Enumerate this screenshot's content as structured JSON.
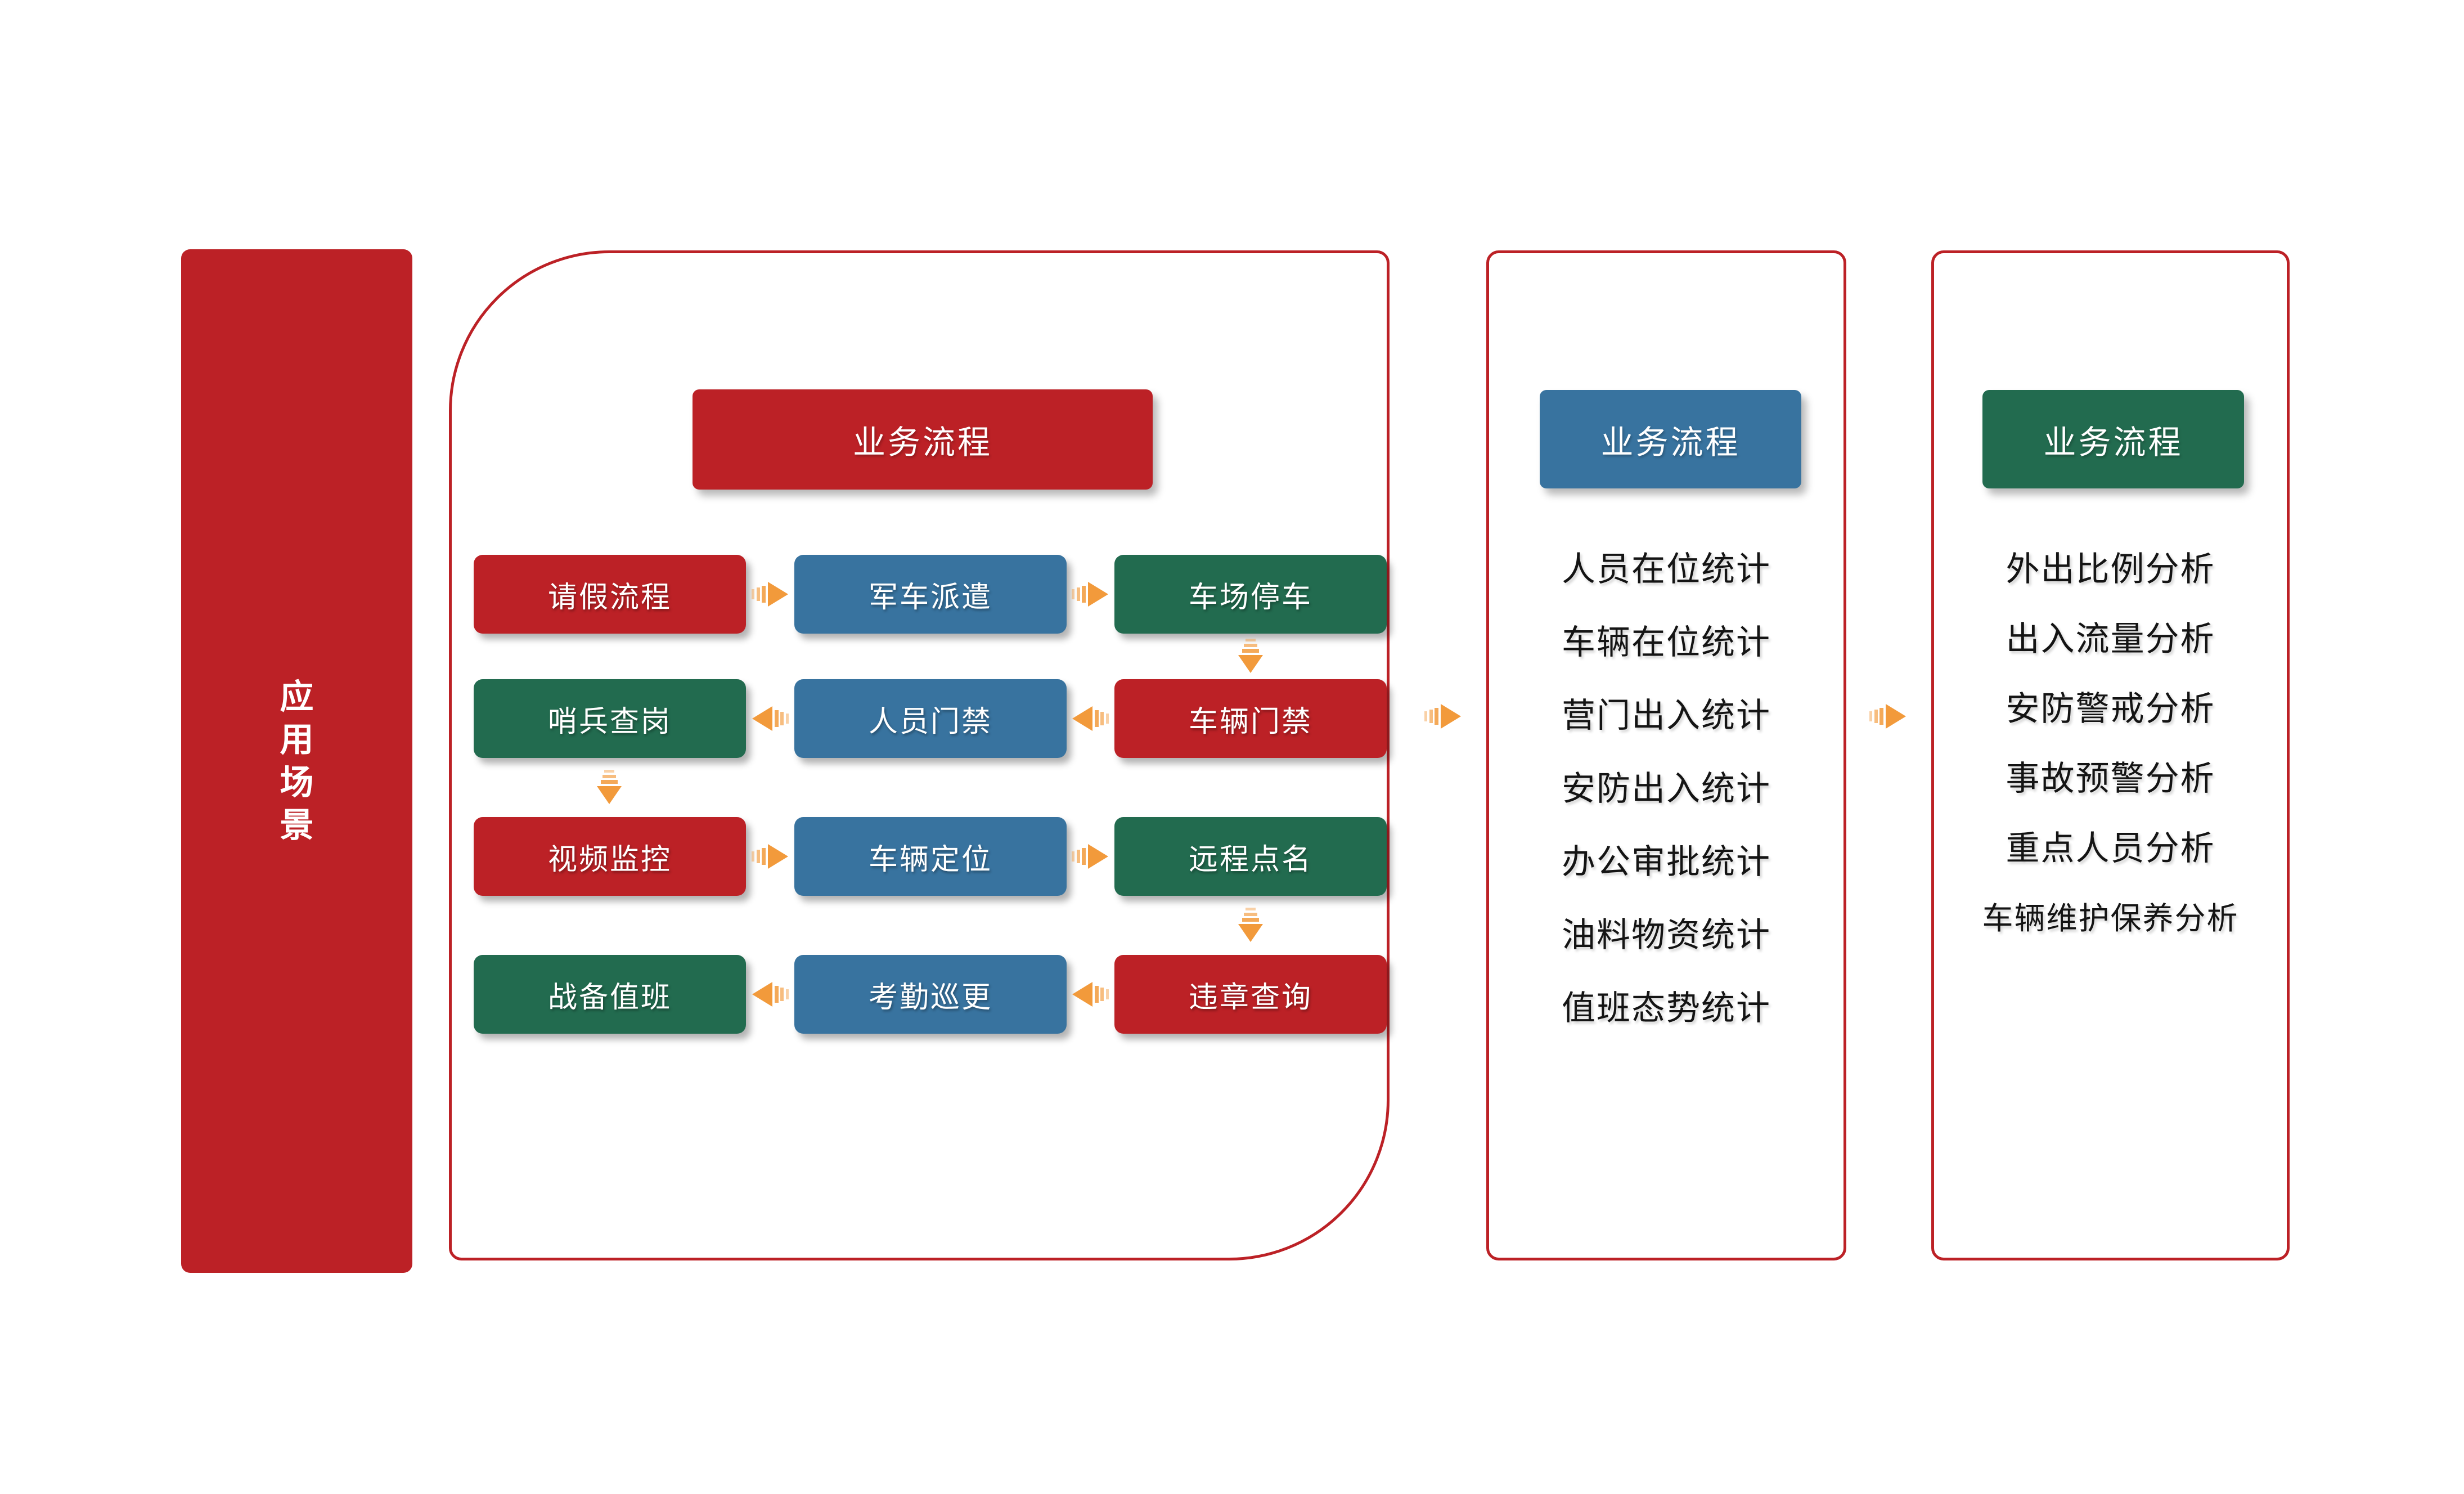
{
  "colors": {
    "red": "#BC2126",
    "blue": "#38739F",
    "green": "#226B4F",
    "orange": "#F29A3B",
    "ink": "#141414",
    "white": "#FFFFFF"
  },
  "sidebar": {
    "title": "应用场景",
    "chars": [
      "应",
      "用",
      "场",
      "景"
    ]
  },
  "main_panel": {
    "header": "业务流程",
    "rows": [
      {
        "flow": "right",
        "boxes": [
          {
            "label": "请假流程",
            "color": "red"
          },
          {
            "label": "军车派遣",
            "color": "blue"
          },
          {
            "label": "车场停车",
            "color": "green"
          }
        ]
      },
      {
        "flow": "left",
        "boxes": [
          {
            "label": "哨兵查岗",
            "color": "green"
          },
          {
            "label": "人员门禁",
            "color": "blue"
          },
          {
            "label": "车辆门禁",
            "color": "red"
          }
        ]
      },
      {
        "flow": "right",
        "boxes": [
          {
            "label": "视频监控",
            "color": "red"
          },
          {
            "label": "车辆定位",
            "color": "blue"
          },
          {
            "label": "远程点名",
            "color": "green"
          }
        ]
      },
      {
        "flow": "left",
        "boxes": [
          {
            "label": "战备值班",
            "color": "green"
          },
          {
            "label": "考勤巡更",
            "color": "blue"
          },
          {
            "label": "违章查询",
            "color": "red"
          }
        ]
      }
    ]
  },
  "stats_panel": {
    "header": "业务流程",
    "items": [
      "人员在位统计",
      "车辆在位统计",
      "营门出入统计",
      "安防出入统计",
      "办公审批统计",
      "油料物资统计",
      "值班态势统计"
    ]
  },
  "analysis_panel": {
    "header": "业务流程",
    "items": [
      "外出比例分析",
      "出入流量分析",
      "安防警戒分析",
      "事故预警分析",
      "重点人员分析",
      "车辆维护保养分析"
    ]
  }
}
